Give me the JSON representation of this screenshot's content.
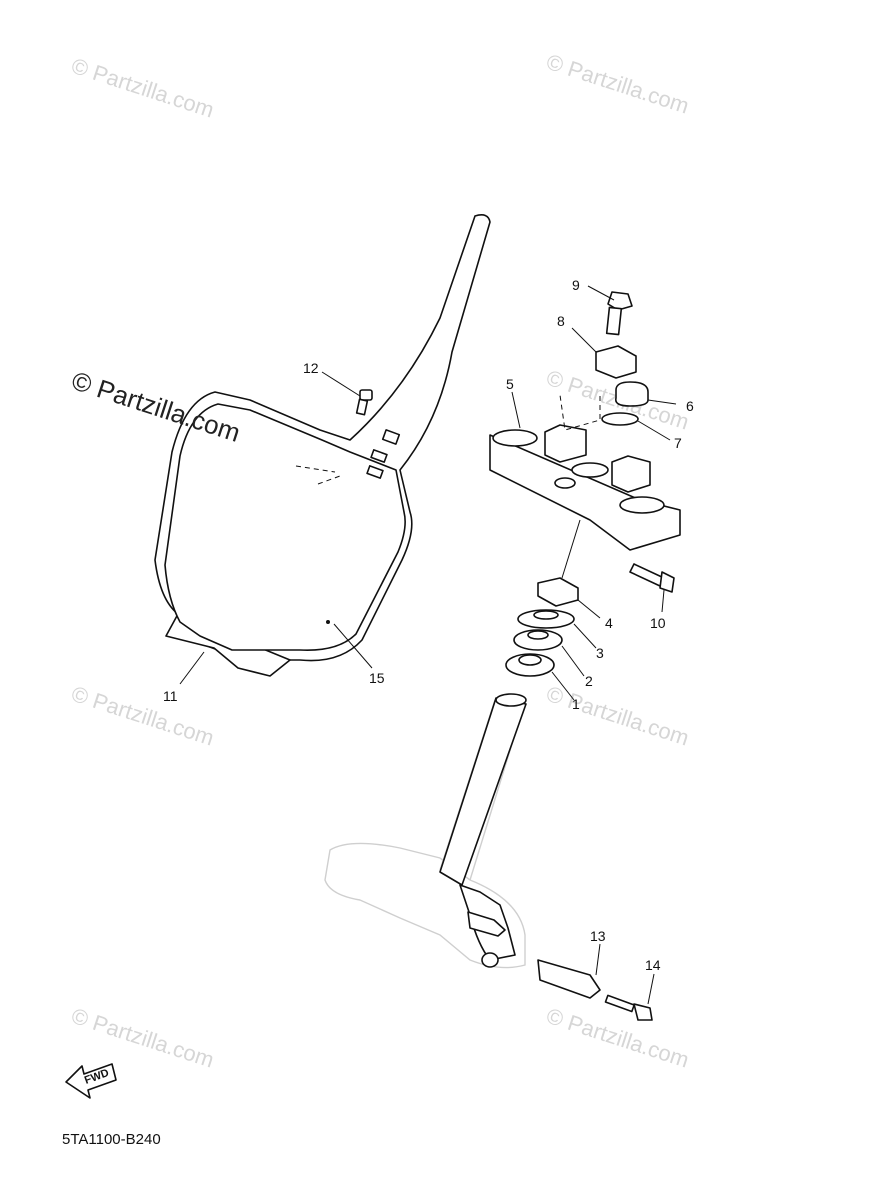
{
  "watermark": {
    "repeat_text": "© Partzilla.com",
    "main_text": "© Partzilla.com"
  },
  "diagram_code": "5TA1100-B240",
  "fwd_label": "FWD",
  "callouts": [
    {
      "id": "1",
      "text": "1"
    },
    {
      "id": "2",
      "text": "2"
    },
    {
      "id": "3",
      "text": "3"
    },
    {
      "id": "4",
      "text": "4"
    },
    {
      "id": "5",
      "text": "5"
    },
    {
      "id": "6",
      "text": "6"
    },
    {
      "id": "7",
      "text": "7"
    },
    {
      "id": "8",
      "text": "8"
    },
    {
      "id": "9",
      "text": "9"
    },
    {
      "id": "10",
      "text": "10"
    },
    {
      "id": "11",
      "text": "11"
    },
    {
      "id": "12",
      "text": "12"
    },
    {
      "id": "13",
      "text": "13"
    },
    {
      "id": "14",
      "text": "14"
    },
    {
      "id": "15",
      "text": "15"
    }
  ],
  "colors": {
    "line": "#111111",
    "watermark": "#d6d6d6",
    "background": "#ffffff"
  }
}
